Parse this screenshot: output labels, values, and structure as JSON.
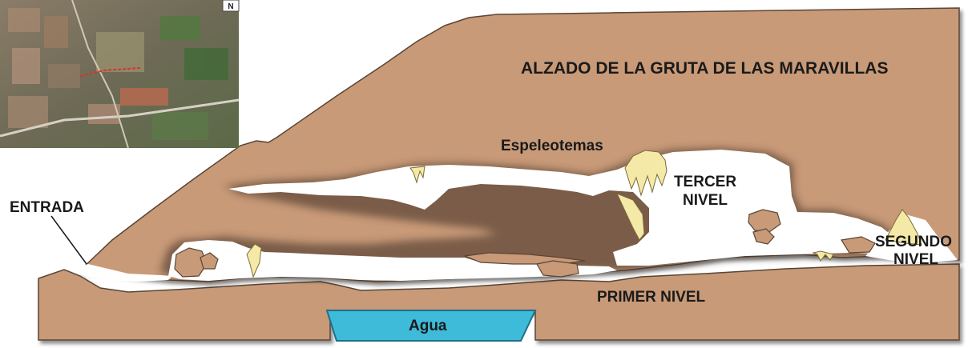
{
  "diagram": {
    "title": "ALZADO DE LA GRUTA DE LAS MARAVILLAS",
    "labels": {
      "entrance": "ENTRADA",
      "speleothems": "Espeleotemas",
      "third_level_line1": "TERCER",
      "third_level_line2": "NIVEL",
      "second_level_line1": "SEGUNDO",
      "second_level_line2": "NIVEL",
      "first_level": "PRIMER NIVEL",
      "water": "Agua"
    },
    "inset": {
      "compass_letter": "N"
    },
    "colors": {
      "rock": "#c89a78",
      "rock_outline": "#5a4535",
      "cave_void": "#ffffff",
      "speleothem": "#f4e9a6",
      "water": "#3dbbd8",
      "water_outline": "#1f6f88",
      "text": "#1a1a1a"
    }
  }
}
